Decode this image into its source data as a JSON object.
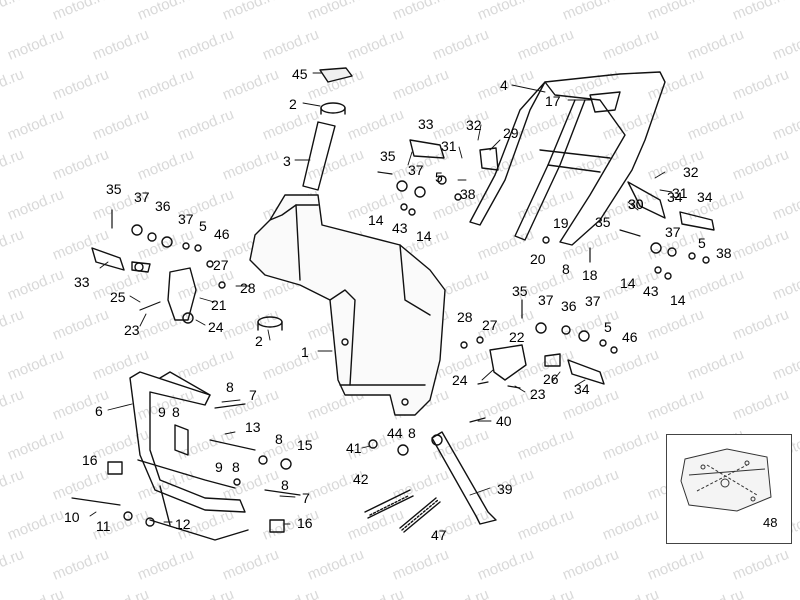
{
  "watermark": {
    "text": "motod.ru",
    "color": "#d9d9d9"
  },
  "callouts": [
    "45",
    "2",
    "3",
    "1",
    "4",
    "17",
    "33",
    "32",
    "31",
    "29",
    "35",
    "37",
    "5",
    "38",
    "30",
    "34",
    "14",
    "43",
    "19",
    "20",
    "8",
    "18",
    "36",
    "46",
    "27",
    "28",
    "25",
    "21",
    "24",
    "23",
    "22",
    "26",
    "6",
    "7",
    "9",
    "13",
    "15",
    "16",
    "10",
    "11",
    "12",
    "40",
    "41",
    "44",
    "42",
    "47",
    "39",
    "48"
  ],
  "inset_label": "48"
}
